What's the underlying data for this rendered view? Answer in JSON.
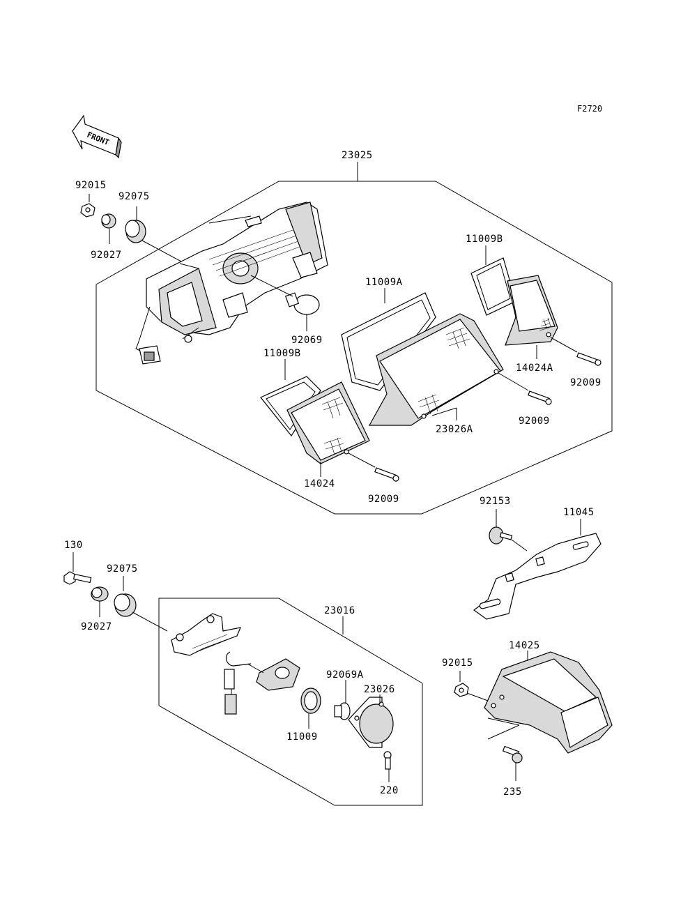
{
  "diagram": {
    "reference_code": "F2720",
    "front_indicator": "FRONT",
    "part_labels": {
      "p23025": "23025",
      "p92015_top": "92015",
      "p92075_top": "92075",
      "p92027_top": "92027",
      "p92069": "92069",
      "p11009B_right": "11009B",
      "p11009A": "11009A",
      "p14024A": "14024A",
      "p92009_right": "92009",
      "p11009B_left": "11009B",
      "p23026A": "23026A",
      "p92009_mid": "92009",
      "p14024": "14024",
      "p92009_bottom": "92009",
      "p92153": "92153",
      "p11045": "11045",
      "p130": "130",
      "p92075_bottom": "92075",
      "p92027_bottom": "92027",
      "p23016": "23016",
      "p92069A": "92069A",
      "p23026": "23026",
      "p11009": "11009",
      "p220": "220",
      "p14025": "14025",
      "p92015_bottom": "92015",
      "p235": "235"
    }
  }
}
